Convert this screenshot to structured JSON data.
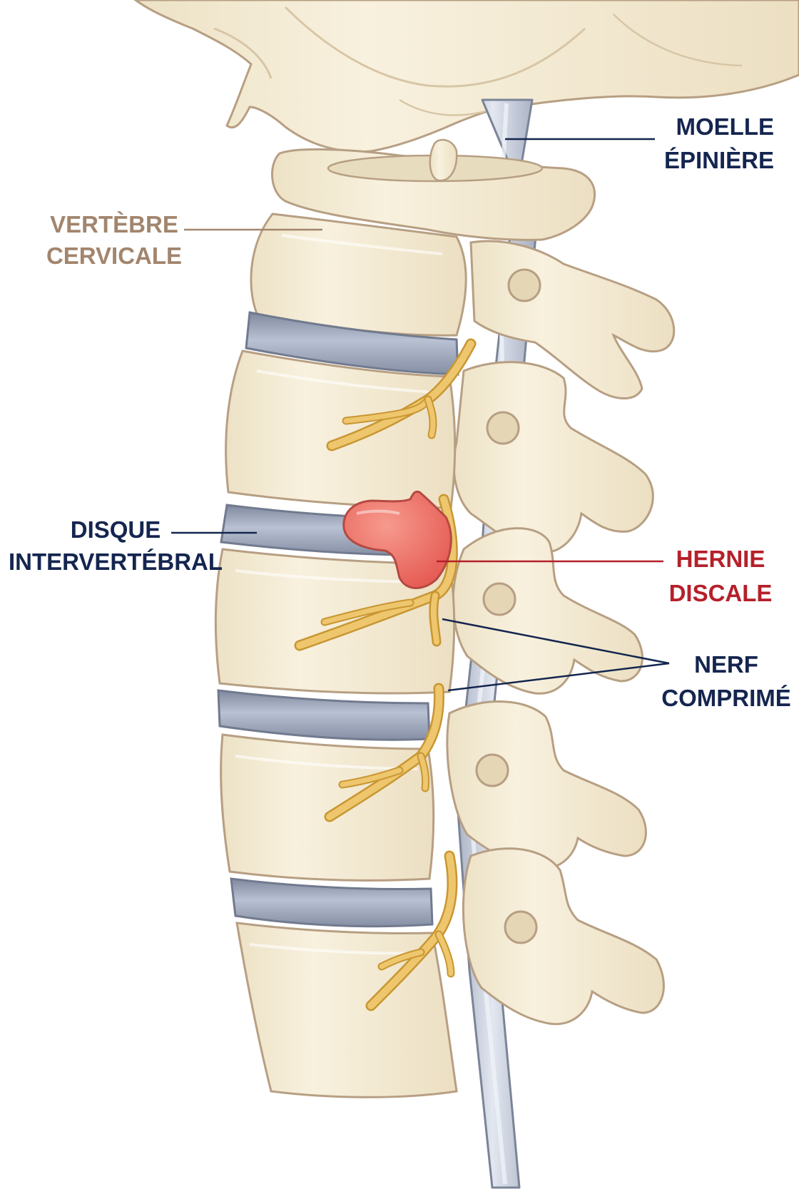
{
  "labels": {
    "spinal_cord": [
      "MOELLE",
      "ÉPINIÈRE"
    ],
    "cervical_vertebra": [
      "VERTÈBRE",
      "CERVICALE"
    ],
    "intervertebral_disc": [
      "DISQUE",
      "INTERVERTÉBRAL"
    ],
    "herniated_disc": [
      "HERNIE",
      "DISCALE"
    ],
    "compressed_nerve": [
      "NERF",
      "COMPRIMÉ"
    ]
  },
  "colors": {
    "bone_fill": "#f4ebd3",
    "bone_light": "#faf5e7",
    "bone_outline": "#b79f83",
    "disc_fill": "#9aa3b6",
    "disc_light": "#bcc5d6",
    "disc_outline": "#717a8e",
    "cord_fill": "#c3cad8",
    "cord_light": "#dde2ec",
    "cord_outline": "#7b8497",
    "nerve_fill": "#eec66d",
    "nerve_outline": "#c89632",
    "hernia_fill": "#ef6f66",
    "hernia_outline": "#b54941",
    "label_navy": "#14254f",
    "label_tan": "#a2856d",
    "label_red": "#b5202a"
  }
}
